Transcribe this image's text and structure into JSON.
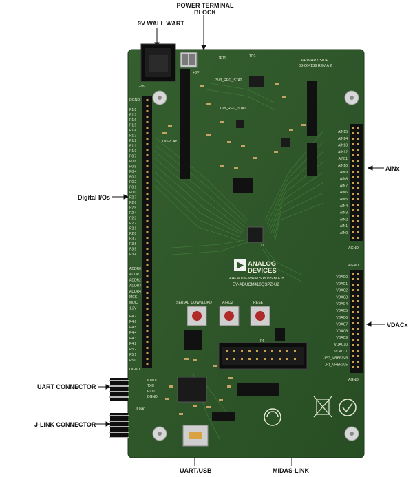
{
  "callouts": {
    "power_terminal_line1": "POWER TERMINAL",
    "power_terminal_line2": "BLOCK",
    "wall_wart": "9V WALL WART",
    "ainx": "AINx",
    "digital_ios": "Digital I/Os",
    "vdacx": "VDACx",
    "uart_connector": "UART CONNECTOR",
    "jlink_connector": "J-LINK CONNECTOR",
    "uart_usb": "UART/USB",
    "midas_link": "MIDAS-LINK"
  },
  "board": {
    "primary_side": "PRIMARY SIDE",
    "board_id": "08-064139 REV A 2",
    "logo_line1": "ANALOG",
    "logo_line2": "DEVICES",
    "tagline": "AHEAD OF WHAT'S POSSIBLE™",
    "model": "EV-ADUCM410QSPZ-U2",
    "btn_serial": "SERIAL_DOWNLOAD",
    "btn_airq": "AIRQ2",
    "btn_reset": "RESET",
    "reg_3v3": "3V3_REG_STAT",
    "reg_1v8": "1V8_REG_STAT",
    "display": "DISPLAY",
    "dgnd": "DGND",
    "agnd": "AGND",
    "label_9v": "+9V",
    "label_3v": "+3V",
    "label_jp11": "JP11",
    "label_tp1": "TP1",
    "label_p6": "P6",
    "label_j1": "J1",
    "label_jlink": "JLINK",
    "ain_labels": [
      "AIN15",
      "AIN14",
      "AIN13",
      "AIN12",
      "AIN11",
      "AIN10",
      "AIN9",
      "AIN8",
      "AIN7",
      "AIN6",
      "AIN5",
      "AIN4",
      "AIN3",
      "AIN2",
      "AIN1",
      "AIN0"
    ],
    "vdac_labels": [
      "VDAC0",
      "VDAC1",
      "VDAC2",
      "VDAC3",
      "VDAC4",
      "VDAC5",
      "VDAC6",
      "VDAC7",
      "VDAC8",
      "VDAC9",
      "VDAC10",
      "VDAC11",
      "JFG_VREF2V5",
      "JF1_VREF2V5"
    ],
    "digital_labels": [
      "P1.8",
      "P1.7",
      "P1.6",
      "P1.5",
      "P1.4",
      "P1.3",
      "P1.2",
      "P1.1",
      "P1.0",
      "P0.7",
      "P0.6",
      "P0.5",
      "P0.4",
      "P0.3",
      "P0.2",
      "P0.1",
      "P0.0",
      "P2.7",
      "P2.6",
      "P2.5",
      "P2.4",
      "P2.3",
      "P2.2",
      "P2.1",
      "P2.0",
      "P3.7",
      "P3.6",
      "P3.5",
      "P3.4"
    ],
    "addr_labels": [
      "ADDR0",
      "ADDR1",
      "ADDR2",
      "ADDR3",
      "ADDR4",
      "MCK",
      "MDIO",
      "1.2V"
    ],
    "p5_labels": [
      "P4.7",
      "P4.6",
      "P4.5",
      "P4.4",
      "P4.3",
      "P4.2",
      "P5.2",
      "P5.1",
      "P5.0"
    ],
    "uart_labels": [
      "IOVDD",
      "TXD",
      "RXD",
      "DGND"
    ]
  },
  "colors": {
    "board": "#2f5a2b",
    "board_dark": "#243f20",
    "trace": "#3f7a36",
    "silk": "#e6ead6",
    "header": "#111111",
    "gold": "#c9a24a"
  }
}
